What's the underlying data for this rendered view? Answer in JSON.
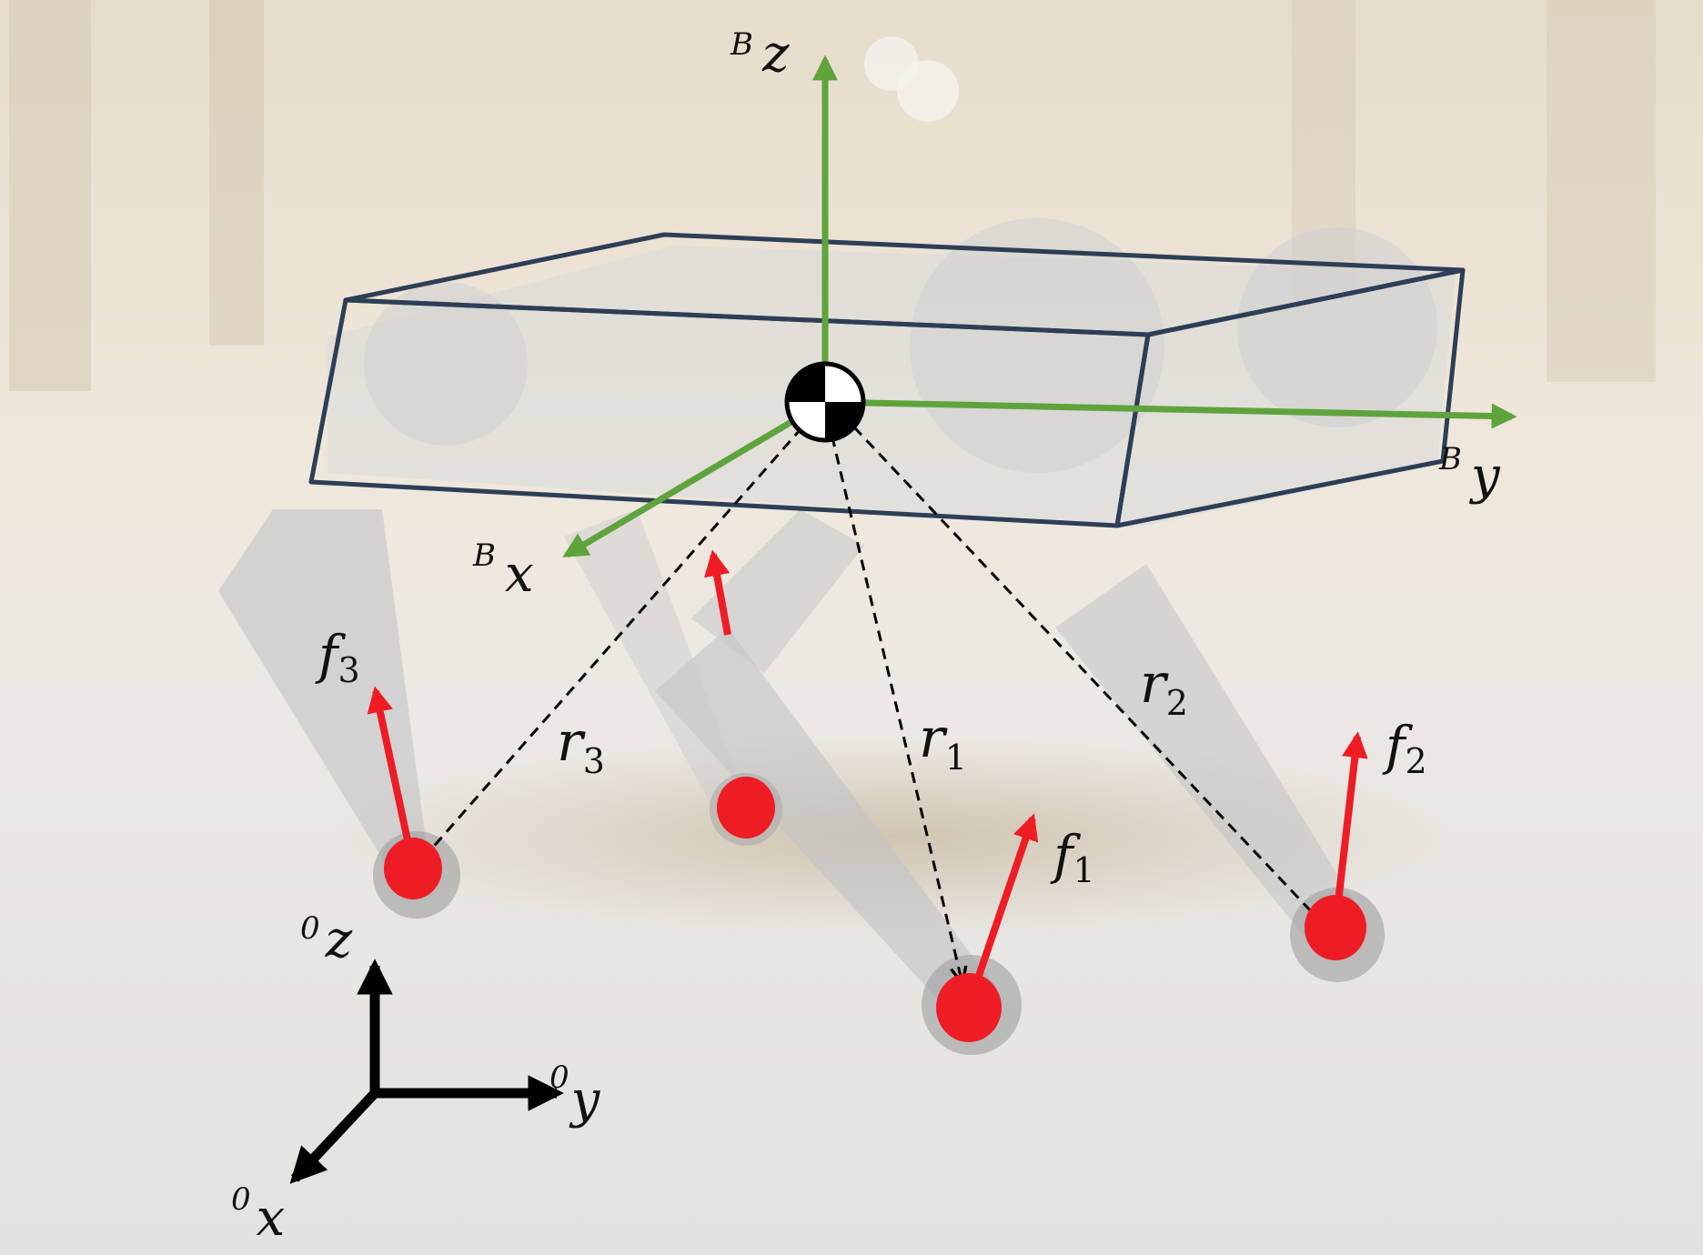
{
  "colors": {
    "body_frame": "#5fa33d",
    "world_frame": "#000000",
    "force": "#ee1c25",
    "contact_point": "#ee1c25",
    "bounding_box": "#2d3e56",
    "position_vector": "#000000"
  },
  "body_frame": {
    "x_sup": "B",
    "x_axis": "x",
    "y_sup": "B",
    "y_axis": "y",
    "z_sup": "B",
    "z_axis": "z"
  },
  "world_frame": {
    "x_sup": "0",
    "x_axis": "x",
    "y_sup": "0",
    "y_axis": "y",
    "z_sup": "0",
    "z_axis": "z"
  },
  "forces": [
    {
      "base": "f",
      "sub": "1"
    },
    {
      "base": "f",
      "sub": "2"
    },
    {
      "base": "f",
      "sub": "3"
    }
  ],
  "position_vectors": [
    {
      "base": "r",
      "sub": "1"
    },
    {
      "base": "r",
      "sub": "2"
    },
    {
      "base": "r",
      "sub": "3"
    }
  ],
  "icons": {
    "com": "center-of-mass-icon",
    "robot": "quadruped-robot-photo"
  }
}
